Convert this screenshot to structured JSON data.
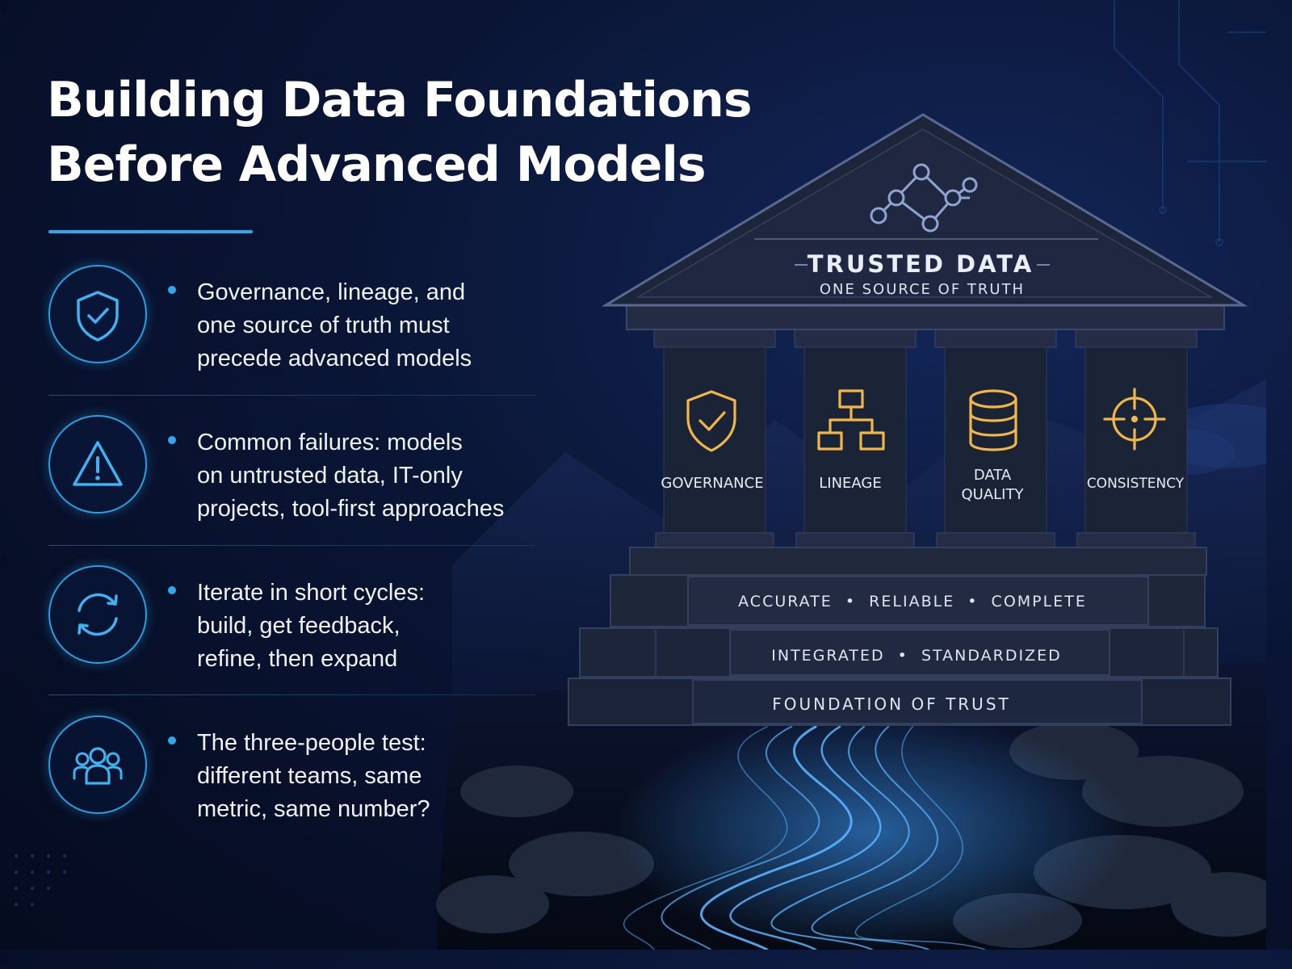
{
  "title": {
    "line1": "Building Data Foundations",
    "line2": "Before Advanced Models"
  },
  "points": [
    {
      "icon": "shield-check-icon",
      "lines": [
        "Governance, lineage, and",
        "one source of truth must",
        "precede advanced models"
      ]
    },
    {
      "icon": "warning-triangle-icon",
      "lines": [
        "Common failures: models",
        "on untrusted data, IT-only",
        "projects, tool-first approaches"
      ]
    },
    {
      "icon": "refresh-cycle-icon",
      "lines": [
        "Iterate in short cycles:",
        "build, get feedback,",
        "refine, then expand"
      ]
    },
    {
      "icon": "people-group-icon",
      "lines": [
        "The three-people test:",
        "different teams, same",
        "metric, same number?"
      ]
    }
  ],
  "temple": {
    "pediment_title": "TRUSTED DATA",
    "pediment_subtitle": "ONE SOURCE OF TRUTH",
    "pillars": [
      {
        "icon": "shield-check-icon",
        "label": "GOVERNANCE"
      },
      {
        "icon": "hierarchy-icon",
        "label": "LINEAGE"
      },
      {
        "icon": "database-icon",
        "label_line1": "DATA",
        "label_line2": "QUALITY"
      },
      {
        "icon": "crosshair-icon",
        "label": "CONSISTENCY"
      }
    ],
    "step1": "ACCURATE  •  RELIABLE  •  COMPLETE",
    "step2": "INTEGRATED  •  STANDARDIZED",
    "step3": "FOUNDATION OF TRUST"
  },
  "colors": {
    "accent_blue": "#2fa8ee",
    "gold": "#f0b64a",
    "background": "#0a1535"
  }
}
